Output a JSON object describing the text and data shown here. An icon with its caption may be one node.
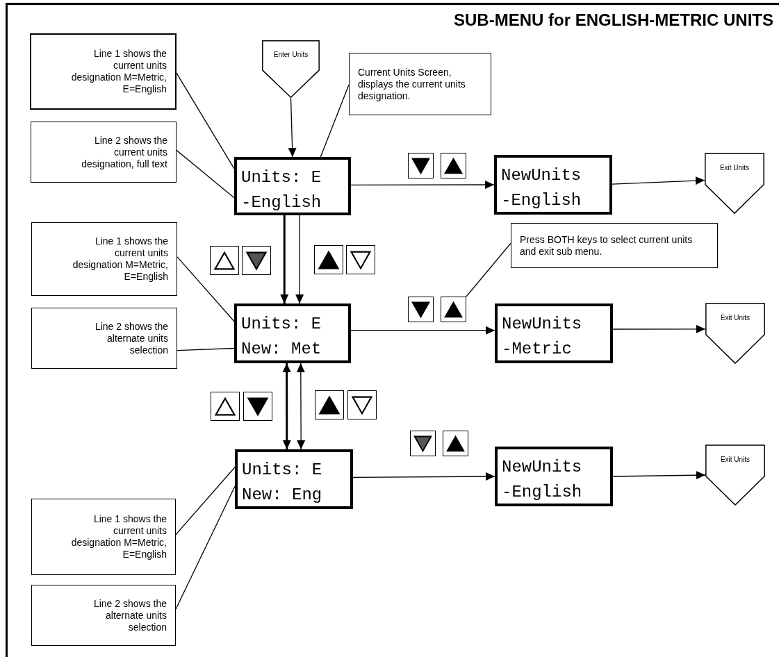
{
  "diagram": {
    "title": "SUB-MENU for ENGLISH-METRIC UNITS",
    "nodes": [
      {
        "text": [
          "Line 1 shows the current units designation M=Metric, E=English"
        ]
      },
      {
        "text": [
          "Enter Units"
        ]
      },
      {
        "text": [
          "Current Units Screen, displays the current units designation."
        ]
      },
      {
        "text": [
          "Line 2 shows the current units designation, full text"
        ]
      },
      {
        "text": [],
        "shape": "triangle"
      },
      {
        "text": [],
        "shape": "triangle"
      },
      {
        "text": [
          "NewUnits",
          "-English"
        ]
      },
      {
        "text": [
          "Exit Units"
        ]
      },
      {
        "text": [
          "Units: E",
          "-English"
        ]
      },
      {
        "text": [],
        "shape": "triangle"
      },
      {
        "text": [],
        "shape": "triangle"
      },
      {
        "text": [],
        "shape": "triangle"
      },
      {
        "text": [],
        "shape": "triangle"
      },
      {
        "text": [
          "Line 1 shows the current units designation M=Metric, E=English"
        ]
      },
      {
        "text": [
          "Press BOTH keys to select current units and exit sub menu."
        ]
      },
      {
        "text": [],
        "shape": "triangle"
      },
      {
        "text": [],
        "shape": "triangle"
      },
      {
        "text": [
          "Units: E",
          "New: Met"
        ]
      },
      {
        "text": [
          "NewUnits",
          "-Metric"
        ]
      },
      {
        "text": [
          "Exit Units"
        ]
      },
      {
        "text": [
          "Line 2 shows the alternate units selection"
        ]
      },
      {
        "text": [],
        "shape": "triangle"
      },
      {
        "text": [],
        "shape": "triangle"
      },
      {
        "text": [],
        "shape": "triangle"
      },
      {
        "text": [],
        "shape": "triangle"
      },
      {
        "text": [],
        "shape": "triangle"
      },
      {
        "text": [],
        "shape": "triangle"
      },
      {
        "text": [
          "Units: E",
          "New: Eng"
        ]
      },
      {
        "text": [
          "NewUnits",
          "-English"
        ]
      },
      {
        "text": [
          "Exit Units"
        ]
      },
      {
        "text": [
          "Line 1 shows the current units designation M=Metric, E=English"
        ]
      },
      {
        "text": [
          "Line 2 shows the alternate units selection"
        ]
      }
    ],
    "edges": [
      {
        "from": 0,
        "to": 8,
        "arrow": "none"
      },
      {
        "from": 3,
        "to": 8,
        "arrow": "none"
      },
      {
        "from": 2,
        "to": 8,
        "arrow": "none"
      },
      {
        "from": 1,
        "to": 8,
        "arrow": "to"
      },
      {
        "from": 8,
        "to": 6,
        "arrow": "to"
      },
      {
        "from": 6,
        "to": 7,
        "arrow": "to"
      },
      {
        "from": 8,
        "to": 17,
        "arrow": "to",
        "style": "thick"
      },
      {
        "from": 8,
        "to": 17,
        "arrow": "to"
      },
      {
        "from": 13,
        "to": 17,
        "arrow": "none"
      },
      {
        "from": 20,
        "to": 17,
        "arrow": "none"
      },
      {
        "from": 14,
        "to": 16,
        "arrow": "none"
      },
      {
        "from": 17,
        "to": 18,
        "arrow": "to"
      },
      {
        "from": 18,
        "to": 19,
        "arrow": "to"
      },
      {
        "from": 17,
        "to": 27,
        "arrow": "both",
        "style": "thick"
      },
      {
        "from": 17,
        "to": 27,
        "arrow": "both"
      },
      {
        "from": 27,
        "to": 28,
        "arrow": "to"
      },
      {
        "from": 28,
        "to": 29,
        "arrow": "to"
      },
      {
        "from": 30,
        "to": 27,
        "arrow": "none"
      },
      {
        "from": 31,
        "to": 27,
        "arrow": "none"
      }
    ]
  }
}
